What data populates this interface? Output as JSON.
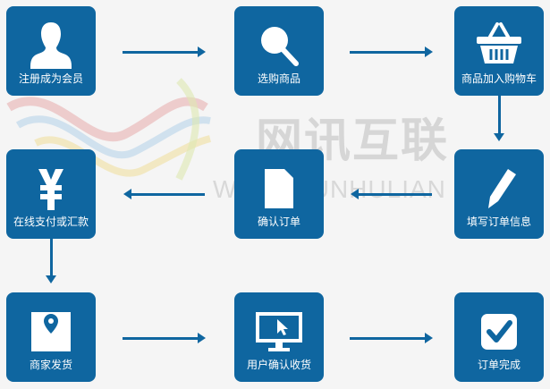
{
  "watermark": {
    "cn": "网讯互联",
    "en": "WANGXUNHULIAN"
  },
  "steps": [
    {
      "label": "注册成为会员",
      "icon": "user-icon"
    },
    {
      "label": "选购商品",
      "icon": "search-icon"
    },
    {
      "label": "商品加入购物车",
      "icon": "basket-icon"
    },
    {
      "label": "填写订单信息",
      "icon": "pencil-icon"
    },
    {
      "label": "确认订单",
      "icon": "document-icon"
    },
    {
      "label": "在线支付或汇款",
      "icon": "yen-icon"
    },
    {
      "label": "商家发货",
      "icon": "map-pin-icon"
    },
    {
      "label": "用户确认收货",
      "icon": "monitor-cursor-icon"
    },
    {
      "label": "订单完成",
      "icon": "checkmark-icon"
    }
  ],
  "colors": {
    "box": "#0f66a0",
    "background": "#f5f5f5"
  }
}
